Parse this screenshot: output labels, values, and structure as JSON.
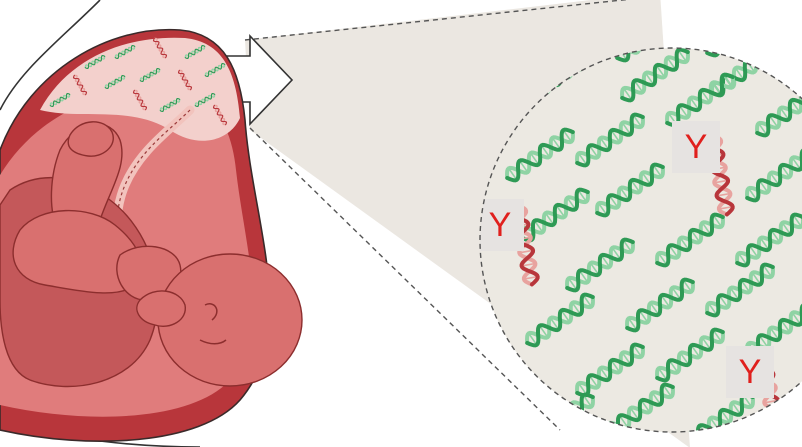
{
  "illustration": {
    "colors": {
      "background": "#ffffff",
      "uterus_wall": "#b8363b",
      "uterus_outline": "#3a2a2a",
      "amniotic_cavity": "#e07c7c",
      "fetus_skin": "#d9706f",
      "fetus_shadow": "#c4585a",
      "placenta": "#f3d0cc",
      "magnified_circle": "#ece9e2",
      "cone": "#ebe7e1",
      "maternal_dna": "#2e9a55",
      "maternal_dna_light": "#8fd3a4",
      "fetal_dna": "#b8363b",
      "fetal_dna_light": "#e8a39f",
      "y_label_box": "#e6e3e1",
      "y_label_text": "#e0201d"
    },
    "icons": {
      "arrow": "arrow-right-icon",
      "dna": "dna-helix-icon"
    }
  },
  "magnified_view": {
    "maternal_dna_count": 24,
    "fetal_dna_fragments": [
      {
        "label": "Y"
      },
      {
        "label": "Y"
      },
      {
        "label": "Y"
      }
    ]
  }
}
